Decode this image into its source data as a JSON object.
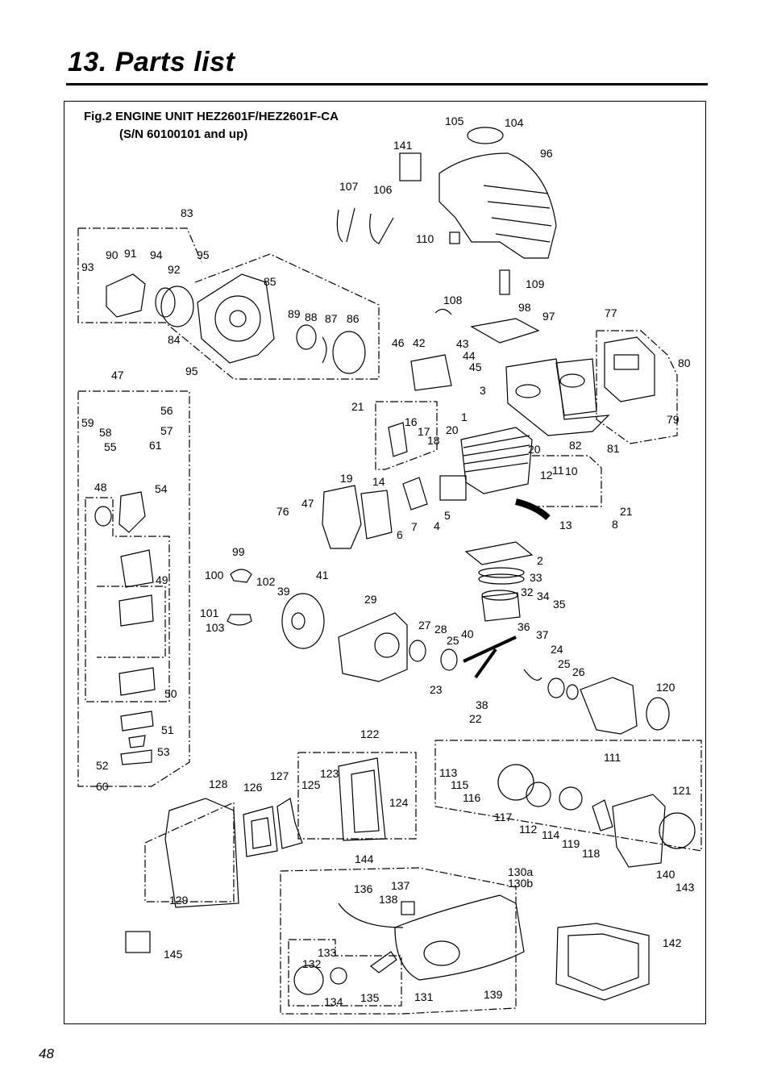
{
  "header": {
    "title": "13. Parts list"
  },
  "figure": {
    "title": "Fig.2 ENGINE UNIT  HEZ2601F/HEZ2601F-CA",
    "subtitle": "(S/N 60100101 and up)"
  },
  "callouts": [
    {
      "id": "c105",
      "text": "105"
    },
    {
      "id": "c104",
      "text": "104"
    },
    {
      "id": "c141",
      "text": "141"
    },
    {
      "id": "c96",
      "text": "96"
    },
    {
      "id": "c107",
      "text": "107"
    },
    {
      "id": "c106",
      "text": "106"
    },
    {
      "id": "c83",
      "text": "83"
    },
    {
      "id": "c110",
      "text": "110"
    },
    {
      "id": "c90",
      "text": "90"
    },
    {
      "id": "c91",
      "text": "91"
    },
    {
      "id": "c94",
      "text": "94"
    },
    {
      "id": "c95a",
      "text": "95"
    },
    {
      "id": "c93",
      "text": "93"
    },
    {
      "id": "c92",
      "text": "92"
    },
    {
      "id": "c85",
      "text": "85"
    },
    {
      "id": "c109",
      "text": "109"
    },
    {
      "id": "c108",
      "text": "108"
    },
    {
      "id": "c98",
      "text": "98"
    },
    {
      "id": "c97",
      "text": "97"
    },
    {
      "id": "c77",
      "text": "77"
    },
    {
      "id": "c89",
      "text": "89"
    },
    {
      "id": "c88",
      "text": "88"
    },
    {
      "id": "c87",
      "text": "87"
    },
    {
      "id": "c86",
      "text": "86"
    },
    {
      "id": "c84",
      "text": "84"
    },
    {
      "id": "c95b",
      "text": "95"
    },
    {
      "id": "c46",
      "text": "46"
    },
    {
      "id": "c42",
      "text": "42"
    },
    {
      "id": "c43",
      "text": "43"
    },
    {
      "id": "c44",
      "text": "44"
    },
    {
      "id": "c45",
      "text": "45"
    },
    {
      "id": "c80",
      "text": "80"
    },
    {
      "id": "c47a",
      "text": "47"
    },
    {
      "id": "c56",
      "text": "56"
    },
    {
      "id": "c59",
      "text": "59"
    },
    {
      "id": "c58",
      "text": "58"
    },
    {
      "id": "c57",
      "text": "57"
    },
    {
      "id": "c55",
      "text": "55"
    },
    {
      "id": "c61",
      "text": "61"
    },
    {
      "id": "c21a",
      "text": "21"
    },
    {
      "id": "c3",
      "text": "3"
    },
    {
      "id": "c79",
      "text": "79"
    },
    {
      "id": "c16",
      "text": "16"
    },
    {
      "id": "c17",
      "text": "17"
    },
    {
      "id": "c18",
      "text": "18"
    },
    {
      "id": "c1",
      "text": "1"
    },
    {
      "id": "c20a",
      "text": "20"
    },
    {
      "id": "c82",
      "text": "82"
    },
    {
      "id": "c81",
      "text": "81"
    },
    {
      "id": "c20b",
      "text": "20"
    },
    {
      "id": "c12",
      "text": "12"
    },
    {
      "id": "c11",
      "text": "11"
    },
    {
      "id": "c10",
      "text": "10"
    },
    {
      "id": "c48",
      "text": "48"
    },
    {
      "id": "c54",
      "text": "54"
    },
    {
      "id": "c19",
      "text": "19"
    },
    {
      "id": "c14",
      "text": "14"
    },
    {
      "id": "c47b",
      "text": "47"
    },
    {
      "id": "c76",
      "text": "76"
    },
    {
      "id": "c6",
      "text": "6"
    },
    {
      "id": "c7",
      "text": "7"
    },
    {
      "id": "c4",
      "text": "4"
    },
    {
      "id": "c5",
      "text": "5"
    },
    {
      "id": "c21b",
      "text": "21"
    },
    {
      "id": "c13",
      "text": "13"
    },
    {
      "id": "c8",
      "text": "8"
    },
    {
      "id": "c99",
      "text": "99"
    },
    {
      "id": "c2",
      "text": "2"
    },
    {
      "id": "c41",
      "text": "41"
    },
    {
      "id": "c100",
      "text": "100"
    },
    {
      "id": "c102",
      "text": "102"
    },
    {
      "id": "c49",
      "text": "49"
    },
    {
      "id": "c33",
      "text": "33"
    },
    {
      "id": "c39",
      "text": "39"
    },
    {
      "id": "c32",
      "text": "32"
    },
    {
      "id": "c34",
      "text": "34"
    },
    {
      "id": "c35",
      "text": "35"
    },
    {
      "id": "c101",
      "text": "101"
    },
    {
      "id": "c29",
      "text": "29"
    },
    {
      "id": "c103",
      "text": "103"
    },
    {
      "id": "c27",
      "text": "27"
    },
    {
      "id": "c28",
      "text": "28"
    },
    {
      "id": "c36",
      "text": "36"
    },
    {
      "id": "c40",
      "text": "40"
    },
    {
      "id": "c37",
      "text": "37"
    },
    {
      "id": "c25a",
      "text": "25"
    },
    {
      "id": "c24",
      "text": "24"
    },
    {
      "id": "c25b",
      "text": "25"
    },
    {
      "id": "c26",
      "text": "26"
    },
    {
      "id": "c120",
      "text": "120"
    },
    {
      "id": "c50",
      "text": "50"
    },
    {
      "id": "c23",
      "text": "23"
    },
    {
      "id": "c38",
      "text": "38"
    },
    {
      "id": "c22",
      "text": "22"
    },
    {
      "id": "c51",
      "text": "51"
    },
    {
      "id": "c122",
      "text": "122"
    },
    {
      "id": "c53",
      "text": "53"
    },
    {
      "id": "c111",
      "text": "111"
    },
    {
      "id": "c52",
      "text": "52"
    },
    {
      "id": "c123",
      "text": "123"
    },
    {
      "id": "c113",
      "text": "113"
    },
    {
      "id": "c127",
      "text": "127"
    },
    {
      "id": "c60",
      "text": "60"
    },
    {
      "id": "c128",
      "text": "128"
    },
    {
      "id": "c126",
      "text": "126"
    },
    {
      "id": "c125",
      "text": "125"
    },
    {
      "id": "c115",
      "text": "115"
    },
    {
      "id": "c121",
      "text": "121"
    },
    {
      "id": "c124",
      "text": "124"
    },
    {
      "id": "c116",
      "text": "116"
    },
    {
      "id": "c117",
      "text": "117"
    },
    {
      "id": "c112",
      "text": "112"
    },
    {
      "id": "c114",
      "text": "114"
    },
    {
      "id": "c119",
      "text": "119"
    },
    {
      "id": "c118",
      "text": "118"
    },
    {
      "id": "c144",
      "text": "144"
    },
    {
      "id": "c130a",
      "text": "130a"
    },
    {
      "id": "c130b",
      "text": "130b"
    },
    {
      "id": "c140",
      "text": "140"
    },
    {
      "id": "c143",
      "text": "143"
    },
    {
      "id": "c136",
      "text": "136"
    },
    {
      "id": "c137",
      "text": "137"
    },
    {
      "id": "c138",
      "text": "138"
    },
    {
      "id": "c129",
      "text": "129"
    },
    {
      "id": "c142",
      "text": "142"
    },
    {
      "id": "c145",
      "text": "145"
    },
    {
      "id": "c133",
      "text": "133"
    },
    {
      "id": "c132",
      "text": "132"
    },
    {
      "id": "c135",
      "text": "135"
    },
    {
      "id": "c131",
      "text": "131"
    },
    {
      "id": "c139",
      "text": "139"
    },
    {
      "id": "c134",
      "text": "134"
    }
  ],
  "footer": {
    "page_number": "48"
  }
}
